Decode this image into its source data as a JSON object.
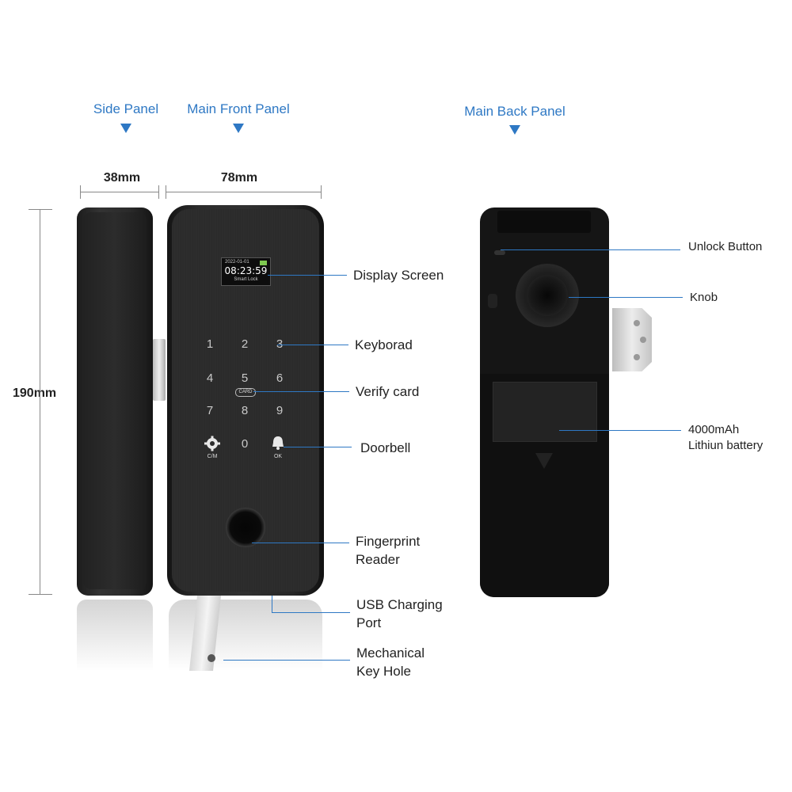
{
  "panels": {
    "side": "Side Panel",
    "front": "Main Front Panel",
    "back": "Main Back Panel"
  },
  "dimensions": {
    "side_width": "38mm",
    "front_width": "78mm",
    "height": "190mm"
  },
  "screen": {
    "date": "2022-01-01",
    "time": "08:23:59",
    "caption": "Smart Lock"
  },
  "keypad": {
    "keys": [
      "1",
      "2",
      "3",
      "4",
      "5",
      "6",
      "7",
      "8",
      "9",
      "0"
    ],
    "card_badge": "CARD",
    "cm_label": "C/M",
    "ok_label": "OK"
  },
  "callouts": {
    "display_screen": "Display Screen",
    "keyboard": "Keyborad",
    "verify_card": "Verify card",
    "doorbell": "Doorbell",
    "fingerprint_line1": "Fingerprint",
    "fingerprint_line2": "Reader",
    "usb_line1": "USB Charging",
    "usb_line2": "Port",
    "keyhole_line1": "Mechanical",
    "keyhole_line2": "Key Hole",
    "unlock_button": "Unlock Button",
    "knob": "Knob",
    "battery_line1": "4000mAh",
    "battery_line2": "Lithiun battery"
  },
  "colors": {
    "accent": "#2e78c4",
    "device": "#1a1a1a"
  },
  "icons": [
    "gear-icon",
    "bell-icon",
    "fingerprint-icon",
    "down-triangle-icon"
  ]
}
